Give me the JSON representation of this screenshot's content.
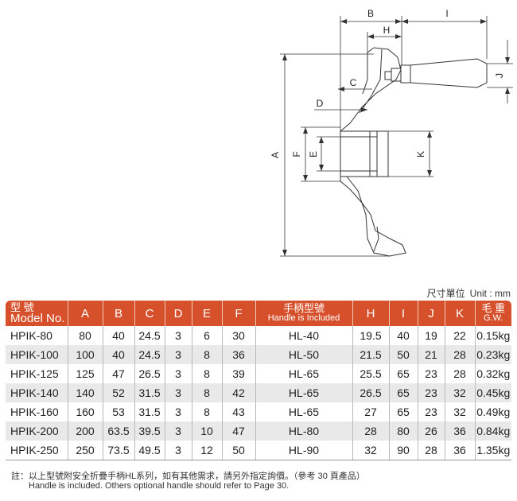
{
  "drawing": {
    "dim_labels": {
      "A": "A",
      "B": "B",
      "C": "C",
      "D": "D",
      "E": "E",
      "F": "F",
      "H": "H",
      "I": "I",
      "J": "J",
      "K": "K"
    }
  },
  "unit": {
    "zh": "尺寸單位",
    "en": "Unit : mm"
  },
  "table": {
    "header": {
      "model_zh": "型  號",
      "model_en": "Model No.",
      "A": "A",
      "B": "B",
      "C": "C",
      "D": "D",
      "E": "E",
      "F": "F",
      "handle_zh": "手柄型號",
      "handle_en": "Handle is Included",
      "H": "H",
      "I": "I",
      "J": "J",
      "K": "K",
      "gw_zh": "毛 重",
      "gw_en": "G.W."
    },
    "rows": [
      {
        "model": "HPIK-80",
        "A": "80",
        "B": "40",
        "C": "24.5",
        "D": "3",
        "E": "6",
        "F": "30",
        "handle": "HL-40",
        "H": "19.5",
        "I": "40",
        "J": "19",
        "K": "22",
        "GW": "0.15kg"
      },
      {
        "model": "HPIK-100",
        "A": "100",
        "B": "40",
        "C": "24.5",
        "D": "3",
        "E": "8",
        "F": "36",
        "handle": "HL-50",
        "H": "21.5",
        "I": "50",
        "J": "21",
        "K": "28",
        "GW": "0.23kg"
      },
      {
        "model": "HPIK-125",
        "A": "125",
        "B": "47",
        "C": "26.5",
        "D": "3",
        "E": "8",
        "F": "39",
        "handle": "HL-65",
        "H": "25.5",
        "I": "65",
        "J": "23",
        "K": "28",
        "GW": "0.32kg"
      },
      {
        "model": "HPIK-140",
        "A": "140",
        "B": "52",
        "C": "31.5",
        "D": "3",
        "E": "8",
        "F": "42",
        "handle": "HL-65",
        "H": "26.5",
        "I": "65",
        "J": "23",
        "K": "32",
        "GW": "0.45kg"
      },
      {
        "model": "HPIK-160",
        "A": "160",
        "B": "53",
        "C": "31.5",
        "D": "3",
        "E": "8",
        "F": "43",
        "handle": "HL-65",
        "H": "27",
        "I": "65",
        "J": "23",
        "K": "32",
        "GW": "0.49kg"
      },
      {
        "model": "HPIK-200",
        "A": "200",
        "B": "63.5",
        "C": "39.5",
        "D": "3",
        "E": "10",
        "F": "47",
        "handle": "HL-80",
        "H": "28",
        "I": "80",
        "J": "26",
        "K": "36",
        "GW": "0.84kg"
      },
      {
        "model": "HPIK-250",
        "A": "250",
        "B": "73.5",
        "C": "49.5",
        "D": "3",
        "E": "12",
        "F": "50",
        "handle": "HL-90",
        "H": "32",
        "I": "90",
        "J": "28",
        "K": "36",
        "GW": "1.35kg"
      }
    ]
  },
  "notes": {
    "zh": "註：以上型號附安全折疊手柄HL系列，如有其他需求，請另外指定詢價。（參考 30 頁產品）",
    "en": "Handle is included. Others optional handle should refer to Page 30."
  },
  "colors": {
    "header_bg": "#d6512b",
    "row_shade": "#e9e9e9"
  }
}
